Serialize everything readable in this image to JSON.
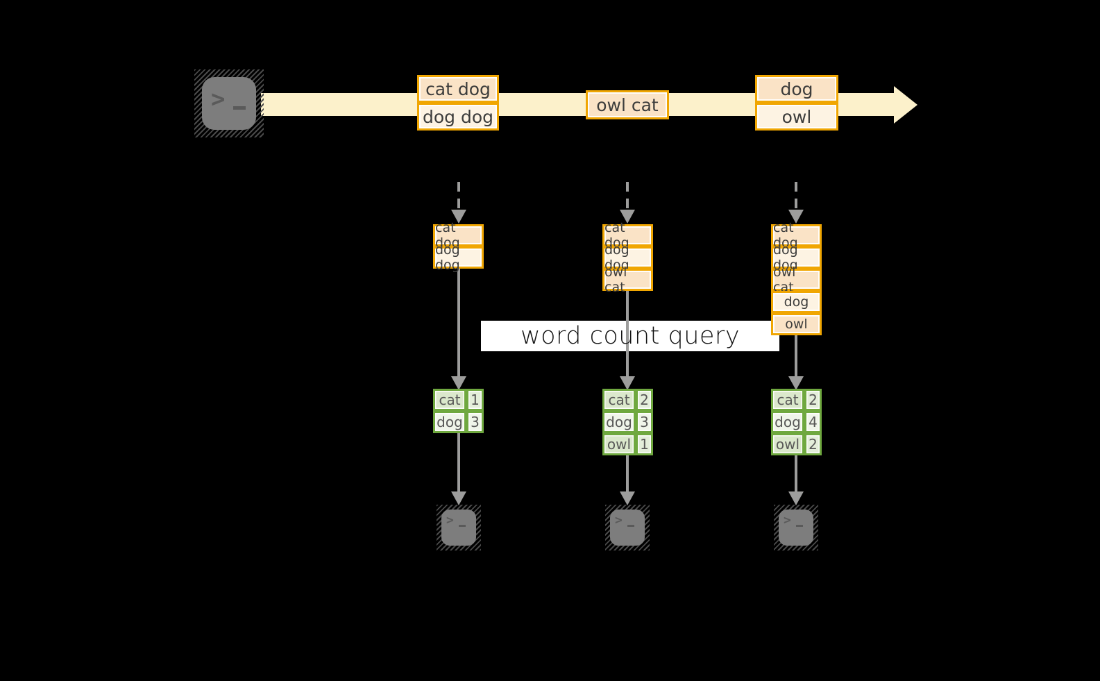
{
  "diagram": {
    "query_label": "word count query",
    "stream_events": [
      {
        "rows": [
          "cat dog",
          "dog dog"
        ]
      },
      {
        "rows": [
          "owl cat"
        ]
      },
      {
        "rows": [
          "dog",
          "owl"
        ]
      }
    ],
    "columns": [
      {
        "state_rows": [
          "cat dog",
          "dog dog"
        ],
        "result_rows": [
          [
            "cat",
            "1"
          ],
          [
            "dog",
            "3"
          ]
        ]
      },
      {
        "state_rows": [
          "cat dog",
          "dog dog",
          "owl cat"
        ],
        "result_rows": [
          [
            "cat",
            "2"
          ],
          [
            "dog",
            "3"
          ],
          [
            "owl",
            "1"
          ]
        ]
      },
      {
        "state_rows": [
          "cat dog",
          "dog dog",
          "owl cat",
          "dog",
          "owl"
        ],
        "result_rows": [
          [
            "cat",
            "2"
          ],
          [
            "dog",
            "4"
          ],
          [
            "owl",
            "2"
          ]
        ]
      }
    ],
    "icons": {
      "terminal_glyph": ">"
    },
    "colors": {
      "background": "#000000",
      "stream_fill": "#FCF1CB",
      "event_border": "#F0A602",
      "event_fill_dark": "#FAE3C6",
      "event_fill_light": "#FDF3E3",
      "result_border": "#6FA83F",
      "result_fill_dark": "#DBE8CC",
      "result_fill_light": "#F0F5EA",
      "arrow_gray": "#9D9D9C",
      "terminal_gray": "#7D7D7D",
      "query_band_bg": "#FFFFFF",
      "text_dark": "#3D3D3C"
    }
  }
}
